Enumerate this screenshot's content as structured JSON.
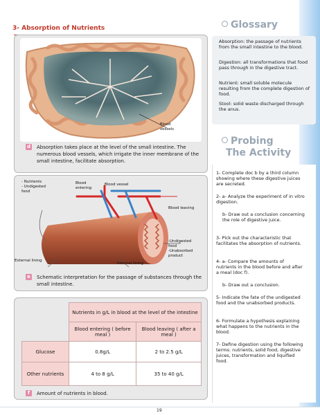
{
  "section": {
    "title": "3- Absorption of Nutrients"
  },
  "figure_d": {
    "letter": "d",
    "photo_label": "Blood\nvessels",
    "caption": "Absorption takes place at the level of the small intestine. The numerous blood vessels, which irrigate the inner membrane of the small intestine, facilitate absorption."
  },
  "figure_e": {
    "letter": "e",
    "labels": {
      "nutrients": "- Nutrients\n- Undigested\nfood",
      "blood_entering": "Blood\nentering",
      "blood_vessel": "Blood vessel",
      "blood_leaving": "Blood leaving",
      "undigested": "-Undigested\nfood\n-Unabsorbed\nproduct",
      "external_lining": "External lining",
      "internal_lining": "Internal lining"
    },
    "caption": "Schematic interpretation for the passage of substances through the small intestine."
  },
  "figure_f": {
    "letter": "f",
    "table": {
      "header_main": "Nutrients in g/L in blood at the level of the intestine",
      "col1": "Blood entering ( before meal )",
      "col2": "Blood leaving ( after a meal )",
      "rows": [
        {
          "label": "Glucose",
          "v1": "0.8g/L",
          "v2": "2 to 2.5 g/L"
        },
        {
          "label": "Other nutrients",
          "v1": "4 to 8 g/L",
          "v2": "35 to 40 g/L"
        }
      ]
    },
    "caption": "Amount of nutrients in blood."
  },
  "glossary": {
    "title": "Glossary",
    "items": [
      "Absorption: the passage of nutrients from the small intestine to the blood.",
      "Digestion: all transformations that food pass through in the digestive tract.",
      "Nutrient: small soluble molecule resulting from the complete digestion of food.",
      "Stool: solid waste discharged through the anus."
    ]
  },
  "probing": {
    "title_line1": "Probing",
    "title_line2": "The Activity",
    "items": [
      "1- Complete doc b by a third column showing where these digestive juices are secreted.",
      "2- a- Analyze the experiment of in vitro digestion.",
      "b- Draw out a conclusion concerning the role of digestive juice.",
      "3- Pick out the characteristic that facilitates the absorption of nutrients.",
      "4- a- Compare the amounts of nutrients in the blood before and after a meal (doc f).",
      "b- Draw out a conclusion.",
      "5- Indicate the fate of the undigested food and the unabsorbed products.",
      "6- Formulate a hypothesis explaining what happens to the nutrients in the blood.",
      "7- Define digestion using the following terms: nutrients, solid food, digestive juices, transformation and liquified food."
    ]
  },
  "page_number": "19",
  "colors": {
    "accent_red": "#c0392b",
    "badge_pink": "#e58ba8",
    "table_pink": "#f6d4d2",
    "heading_grey": "#9aa7b3"
  }
}
